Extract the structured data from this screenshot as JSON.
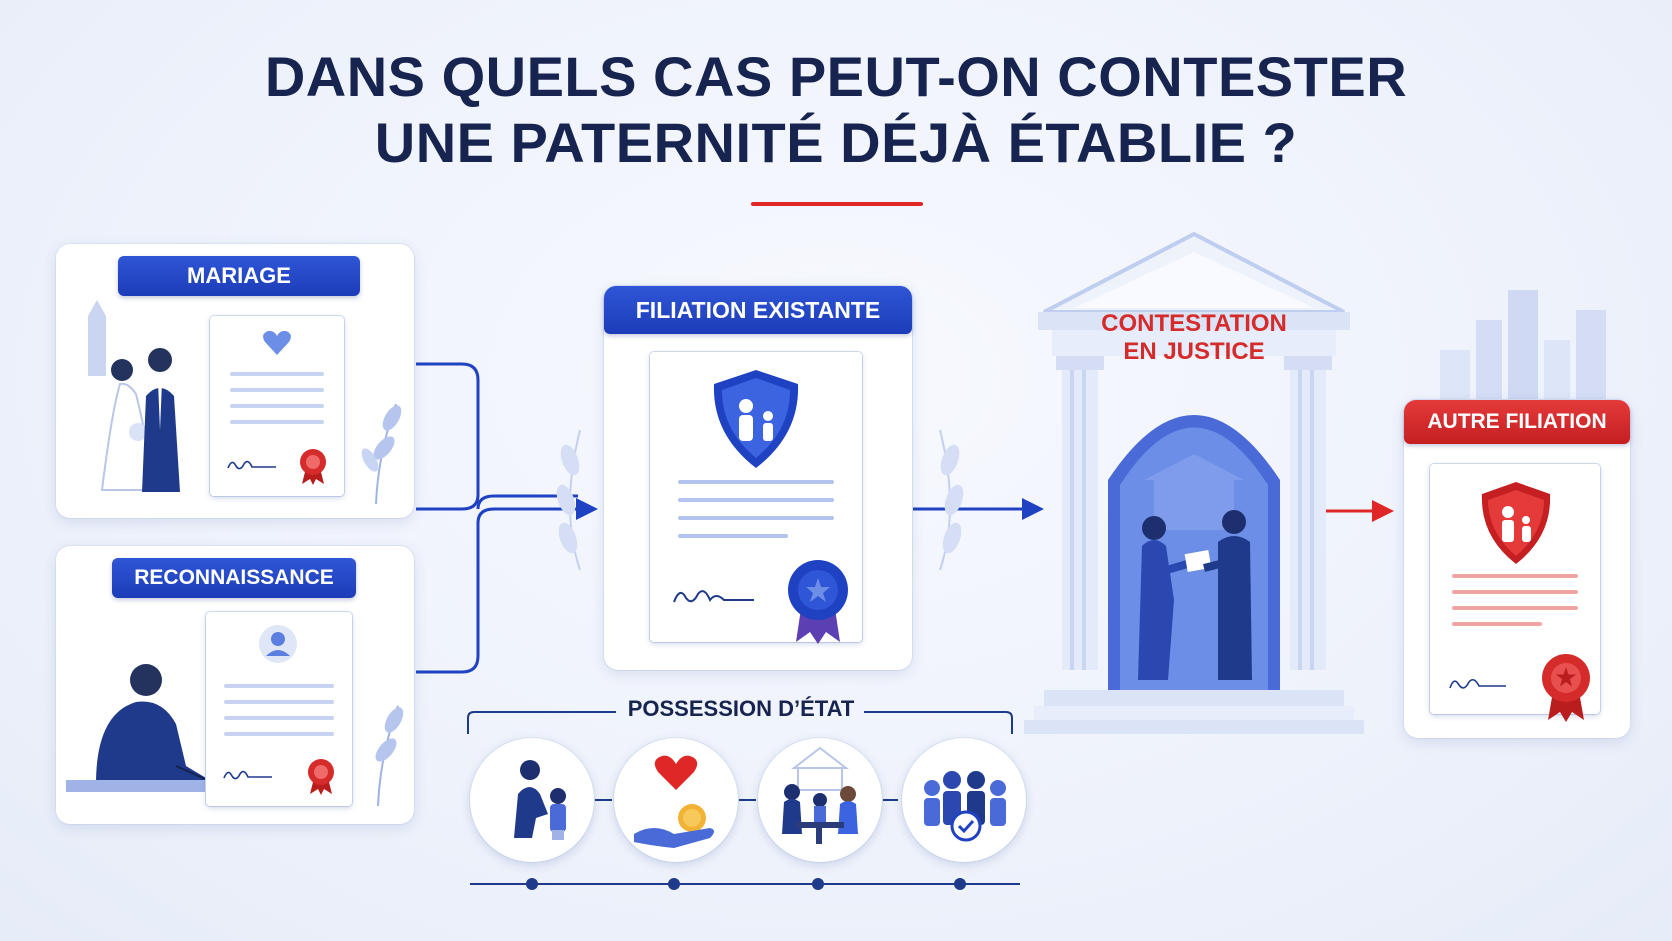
{
  "title": {
    "line1": "DANS QUELS CAS PEUT-ON CONTESTER",
    "line2": "UNE PATERNITÉ DÉJÀ ÉTABLIE ?"
  },
  "steps": {
    "mariage": "MARIAGE",
    "reconnaissance": "RECONNAISSANCE",
    "filiation_existante": "FILIATION EXISTANTE",
    "contestation_line1": "CONTESTATION",
    "contestation_line2": "EN JUSTICE",
    "autre_filiation": "AUTRE FILIATION",
    "possession_etat": "POSSESSION D’ÉTAT"
  },
  "possession_items": [
    {
      "icon": "parent-child-icon"
    },
    {
      "icon": "heart-euro-hand-icon"
    },
    {
      "icon": "family-table-icon"
    },
    {
      "icon": "community-check-icon"
    }
  ],
  "colors": {
    "blue": "#1f42c2",
    "red": "#d62b2b",
    "navy": "#17244f"
  }
}
